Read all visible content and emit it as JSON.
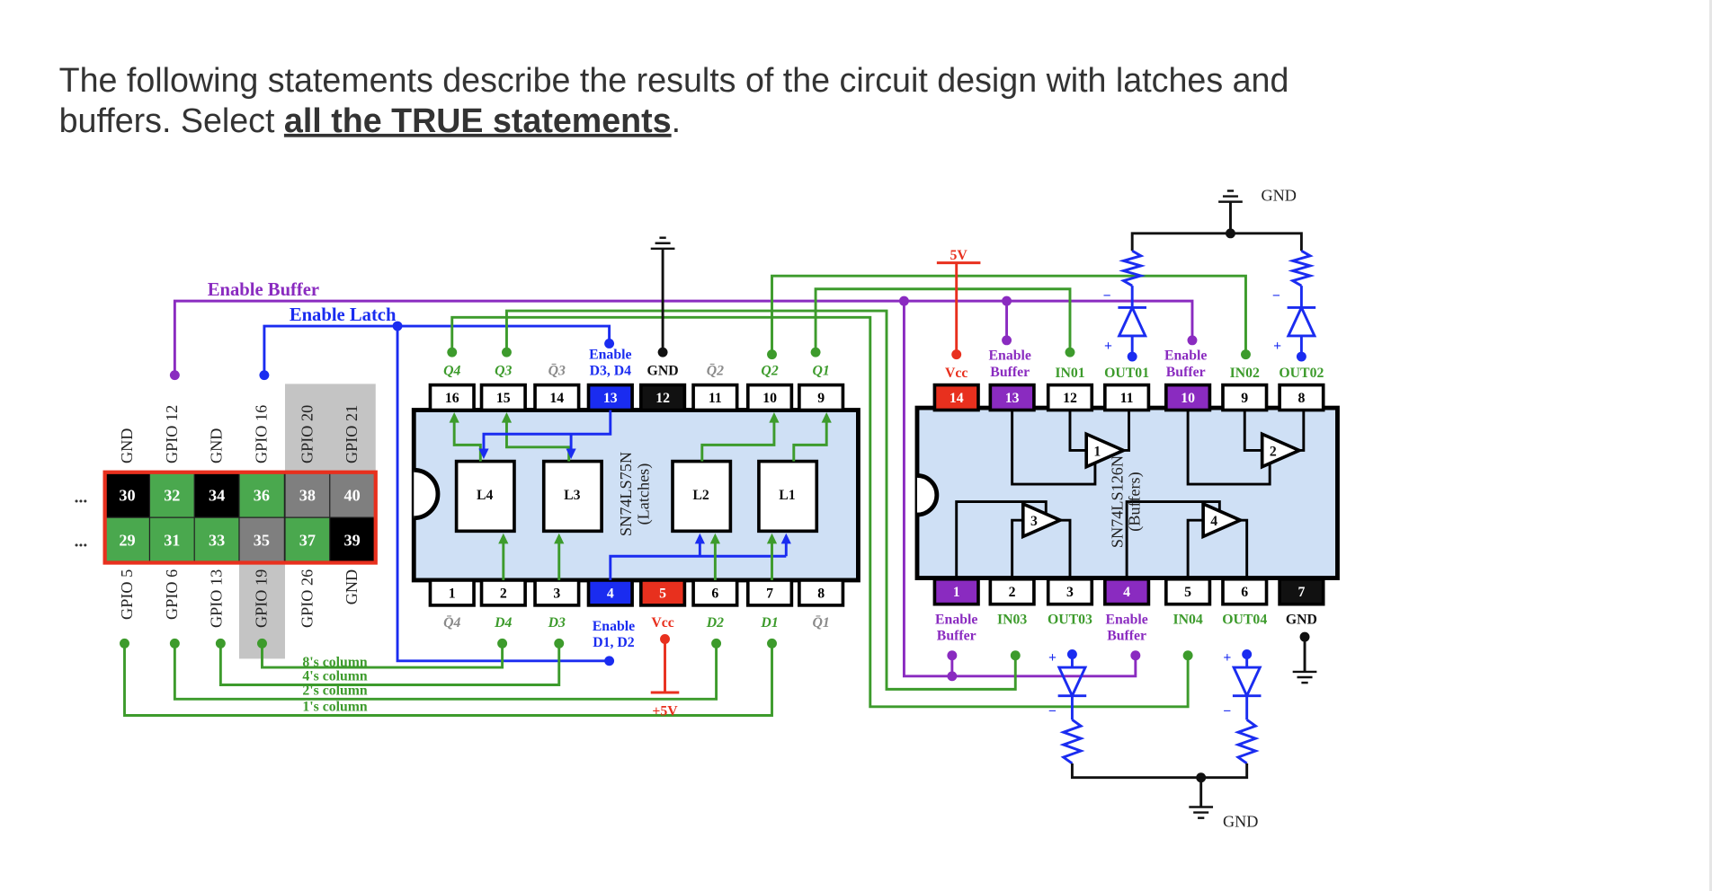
{
  "question": {
    "line1": "The following statements describe the results of the circuit design with latches and",
    "line2_before": "buffers. Select ",
    "emphasis": "all the TRUE statements",
    "line2_after": "."
  },
  "colors": {
    "green": "#3d9b2c",
    "blue": "#1a2cf0",
    "purple": "#8a2bc0",
    "red": "#e8301e",
    "gray": "#8a8a8a",
    "black": "#111111",
    "chip_fill": "#cfe0f5",
    "pin_green": "#4aa84e",
    "pin_gray": "#7f7f7f"
  },
  "gpio_header": {
    "ellipsis": "...",
    "top_labels": [
      "GND",
      "GPIO 12",
      "GND",
      "GPIO 16",
      "GPIO 20",
      "GPIO 21"
    ],
    "row1": [
      {
        "n": "30",
        "c": "black"
      },
      {
        "n": "32",
        "c": "green"
      },
      {
        "n": "34",
        "c": "black"
      },
      {
        "n": "36",
        "c": "green"
      },
      {
        "n": "38",
        "c": "gray"
      },
      {
        "n": "40",
        "c": "gray"
      }
    ],
    "row2": [
      {
        "n": "29",
        "c": "green"
      },
      {
        "n": "31",
        "c": "green"
      },
      {
        "n": "33",
        "c": "green"
      },
      {
        "n": "35",
        "c": "gray"
      },
      {
        "n": "37",
        "c": "green"
      },
      {
        "n": "39",
        "c": "black"
      }
    ],
    "bottom_labels": [
      "GPIO 5",
      "GPIO 6",
      "GPIO 13",
      "GPIO 19",
      "GPIO 26",
      "GND"
    ]
  },
  "wires": {
    "enable_buffer": "Enable Buffer",
    "enable_latch": "Enable Latch",
    "columns": [
      "8's column",
      "4's column",
      "2's column",
      "1's column"
    ]
  },
  "latch": {
    "name": "SN74LS75N",
    "subtitle": "(Latches)",
    "blocks": [
      "L4",
      "L3",
      "L2",
      "L1"
    ],
    "top_pins": [
      {
        "n": "16",
        "fill": "white"
      },
      {
        "n": "15",
        "fill": "white"
      },
      {
        "n": "14",
        "fill": "white"
      },
      {
        "n": "13",
        "fill": "blue"
      },
      {
        "n": "12",
        "fill": "black"
      },
      {
        "n": "11",
        "fill": "white"
      },
      {
        "n": "10",
        "fill": "white"
      },
      {
        "n": "9",
        "fill": "white"
      }
    ],
    "bottom_pins": [
      {
        "n": "1",
        "fill": "white"
      },
      {
        "n": "2",
        "fill": "white"
      },
      {
        "n": "3",
        "fill": "white"
      },
      {
        "n": "4",
        "fill": "blue"
      },
      {
        "n": "5",
        "fill": "red"
      },
      {
        "n": "6",
        "fill": "white"
      },
      {
        "n": "7",
        "fill": "white"
      },
      {
        "n": "8",
        "fill": "white"
      }
    ],
    "top_labels": [
      {
        "t": [
          "Q4"
        ],
        "c": "green",
        "i": true
      },
      {
        "t": [
          "Q3"
        ],
        "c": "green",
        "i": true
      },
      {
        "t": [
          "Q̄3"
        ],
        "c": "gray",
        "i": true
      },
      {
        "t": [
          "Enable",
          "D3, D4"
        ],
        "c": "blue",
        "i": false
      },
      {
        "t": [
          "GND"
        ],
        "c": "black",
        "i": false
      },
      {
        "t": [
          "Q̄2"
        ],
        "c": "gray",
        "i": true
      },
      {
        "t": [
          "Q2"
        ],
        "c": "green",
        "i": true
      },
      {
        "t": [
          "Q1"
        ],
        "c": "green",
        "i": true
      }
    ],
    "bottom_labels": [
      {
        "t": [
          "Q̄4"
        ],
        "c": "gray",
        "i": true
      },
      {
        "t": [
          "D4"
        ],
        "c": "green",
        "i": true
      },
      {
        "t": [
          "D3"
        ],
        "c": "green",
        "i": true
      },
      {
        "t": [
          "Enable",
          "D1, D2"
        ],
        "c": "blue",
        "i": false
      },
      {
        "t": [
          "Vcc"
        ],
        "c": "red",
        "i": false
      },
      {
        "t": [
          "D2"
        ],
        "c": "green",
        "i": true
      },
      {
        "t": [
          "D1"
        ],
        "c": "green",
        "i": true
      },
      {
        "t": [
          "Q̄1"
        ],
        "c": "gray",
        "i": true
      }
    ]
  },
  "buffer": {
    "name": "SN74LS126N",
    "subtitle": "(Buffers)",
    "gates": [
      "1",
      "2",
      "3",
      "4"
    ],
    "top_pins": [
      {
        "n": "14",
        "fill": "red"
      },
      {
        "n": "13",
        "fill": "purple"
      },
      {
        "n": "12",
        "fill": "white"
      },
      {
        "n": "11",
        "fill": "white"
      },
      {
        "n": "10",
        "fill": "purple"
      },
      {
        "n": "9",
        "fill": "white"
      },
      {
        "n": "8",
        "fill": "white"
      }
    ],
    "bottom_pins": [
      {
        "n": "1",
        "fill": "purple"
      },
      {
        "n": "2",
        "fill": "white"
      },
      {
        "n": "3",
        "fill": "white"
      },
      {
        "n": "4",
        "fill": "purple"
      },
      {
        "n": "5",
        "fill": "white"
      },
      {
        "n": "6",
        "fill": "white"
      },
      {
        "n": "7",
        "fill": "black"
      }
    ],
    "top_labels": [
      {
        "t": [
          "Vcc"
        ],
        "c": "red"
      },
      {
        "t": [
          "Enable",
          "Buffer"
        ],
        "c": "purple"
      },
      {
        "t": [
          "IN01"
        ],
        "c": "green"
      },
      {
        "t": [
          "OUT01"
        ],
        "c": "green"
      },
      {
        "t": [
          "Enable",
          "Buffer"
        ],
        "c": "purple"
      },
      {
        "t": [
          "IN02"
        ],
        "c": "green"
      },
      {
        "t": [
          "OUT02"
        ],
        "c": "green"
      }
    ],
    "bottom_labels": [
      {
        "t": [
          "Enable",
          "Buffer"
        ],
        "c": "purple"
      },
      {
        "t": [
          "IN03"
        ],
        "c": "green"
      },
      {
        "t": [
          "OUT03"
        ],
        "c": "green"
      },
      {
        "t": [
          "Enable",
          "Buffer"
        ],
        "c": "purple"
      },
      {
        "t": [
          "IN04"
        ],
        "c": "green"
      },
      {
        "t": [
          "OUT04"
        ],
        "c": "green"
      },
      {
        "t": [
          "GND"
        ],
        "c": "black"
      }
    ]
  },
  "supply": {
    "five_v": "5V",
    "plus_five_v": "+5V",
    "gnd_top": "GND",
    "gnd_bottom": "GND",
    "plus": "+",
    "minus": "−"
  }
}
